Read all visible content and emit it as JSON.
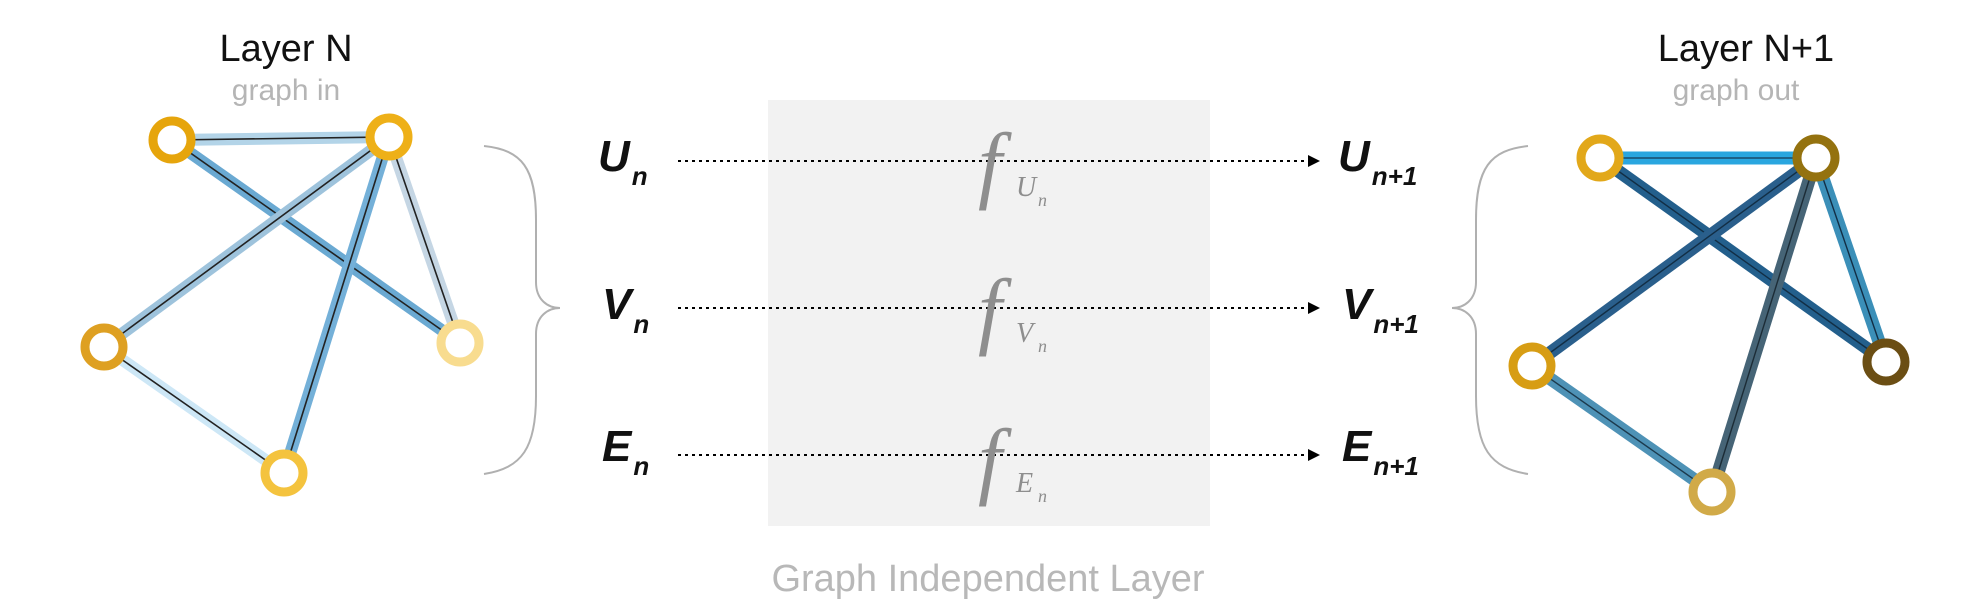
{
  "left_layer": {
    "title": "Layer N",
    "subtitle": "graph in"
  },
  "right_layer": {
    "title": "Layer N+1",
    "subtitle": "graph out"
  },
  "inputs": [
    {
      "base": "U",
      "sub": "n"
    },
    {
      "base": "V",
      "sub": "n"
    },
    {
      "base": "E",
      "sub": "n"
    }
  ],
  "outputs": [
    {
      "base": "U",
      "sub": "n+1"
    },
    {
      "base": "V",
      "sub": "n+1"
    },
    {
      "base": "E",
      "sub": "n+1"
    }
  ],
  "functions": [
    {
      "symbol": "f",
      "sub": "U",
      "subsub": "n"
    },
    {
      "symbol": "f",
      "sub": "V",
      "subsub": "n"
    },
    {
      "symbol": "f",
      "sub": "E",
      "subsub": "n"
    }
  ],
  "caption": "Graph Independent Layer",
  "colors": {
    "in_node": "#e8a90f",
    "in_node_light": "#f6d98a",
    "out_node_dark": "#6b4e12",
    "out_node_gold": "#a07a10",
    "edge_light": "#a9cde3",
    "edge_mid": "#6aa9d2",
    "edge_dark": "#2d5b86",
    "panel": "#f2f2f2"
  }
}
